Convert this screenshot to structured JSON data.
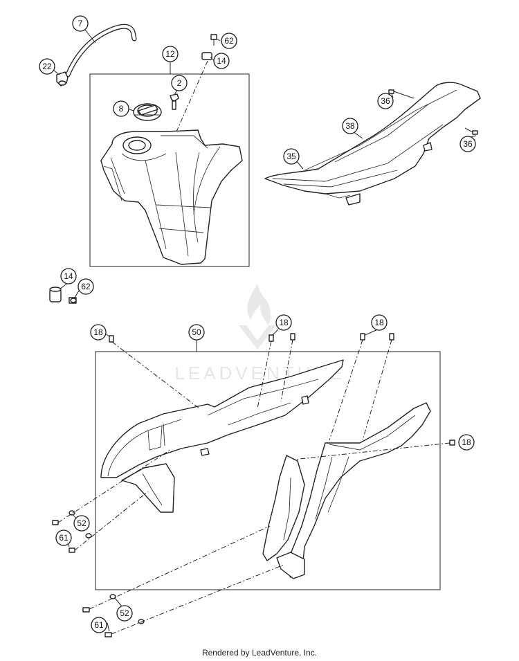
{
  "watermark": "LEADVENTURE",
  "footer": "Rendered by LeadVenture, Inc.",
  "callouts": [
    "7",
    "22",
    "12",
    "62",
    "14",
    "2",
    "8",
    "36",
    "38",
    "35",
    "36",
    "14",
    "62",
    "18",
    "50",
    "18",
    "18",
    "18",
    "52",
    "61",
    "52",
    "61"
  ]
}
